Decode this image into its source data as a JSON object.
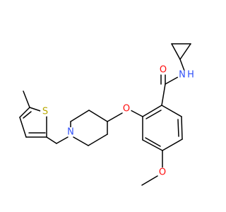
{
  "atom_labels": {
    "amide_oxygen": "O",
    "amide_nitrogen": "N",
    "amide_hydrogen": "H",
    "ether_oxygen": "O",
    "methoxy_oxygen": "O",
    "piperidine_nitrogen": "N",
    "thiophene_sulfur": "S"
  },
  "colors": {
    "bond": "#000000",
    "oxygen": "#ff0d0d",
    "nitrogen": "#3050f8",
    "sulfur": "#b8a800",
    "background": "#ffffff"
  }
}
